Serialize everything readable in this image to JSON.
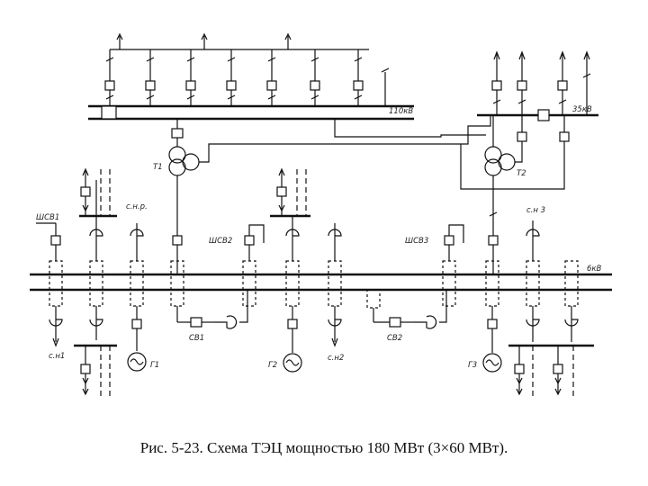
{
  "labels": {
    "bus_110": "110кВ",
    "bus_35": "35кВ",
    "bus_6": "6кВ",
    "t1": "Т1",
    "t2": "Т2",
    "shsv1": "ШСВ1",
    "shsv2": "ШСВ2",
    "shsv3": "ШСВ3",
    "snr": "с.н.р.",
    "sn3": "с.н 3",
    "sn1": "с.н1",
    "sn2": "с.н2",
    "sv1": "СВ1",
    "sv2": "СВ2",
    "g1": "Г1",
    "g2": "Г2",
    "g3": "Г3"
  },
  "caption": "Рис. 5-23. Схема ТЭЦ мощностью 180 МВт (3×60 МВт)."
}
